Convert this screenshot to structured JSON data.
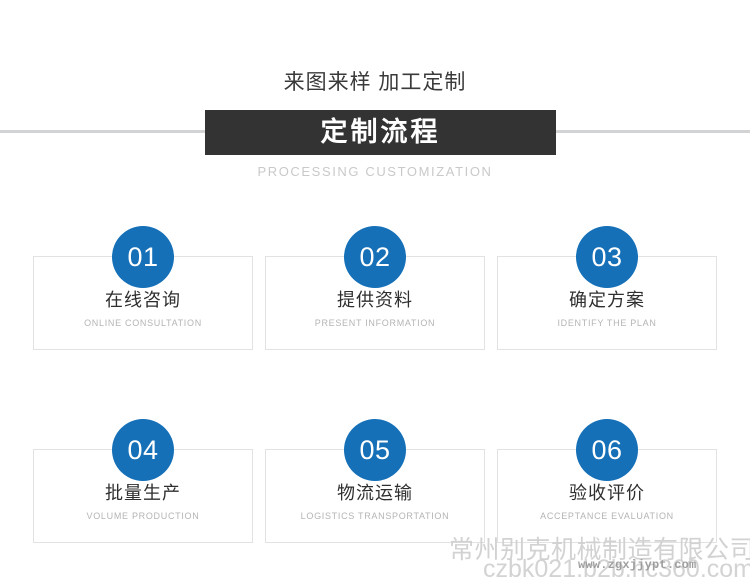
{
  "header": {
    "title": "来图来样 加工定制",
    "banner_text": "定制流程",
    "subtitle": "PROCESSING CUSTOMIZATION",
    "banner_color": "#333333",
    "rule_color": "#d2d3d5"
  },
  "steps": {
    "badge_color": "#1570b8",
    "items": [
      {
        "number": "01",
        "title_cn": "在线咨询",
        "title_en": "ONLINE CONSULTATION"
      },
      {
        "number": "02",
        "title_cn": "提供资料",
        "title_en": "PRESENT INFORMATION"
      },
      {
        "number": "03",
        "title_cn": "确定方案",
        "title_en": "IDENTIFY THE PLAN"
      },
      {
        "number": "04",
        "title_cn": "批量生产",
        "title_en": "VOLUME PRODUCTION"
      },
      {
        "number": "05",
        "title_cn": "物流运输",
        "title_en": "LOGISTICS TRANSPORTATION"
      },
      {
        "number": "06",
        "title_cn": "验收评价",
        "title_en": "ACCEPTANCE EVALUATION"
      }
    ]
  },
  "watermarks": {
    "company": "常州别克机械制造有限公司",
    "site": "czbk021.b2b.hc360.com",
    "url": "www.zgxjjypt.com"
  }
}
